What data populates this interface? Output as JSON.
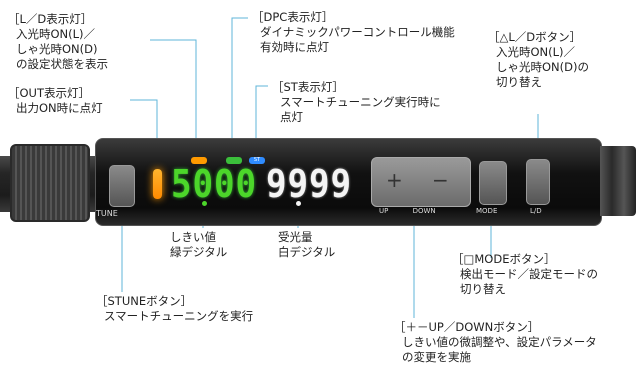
{
  "labels": {
    "ld_led": {
      "title": "［L／D表示灯］",
      "desc": [
        "入光時ON(L)／",
        "しゃ光時ON(D)",
        "の設定状態を表示"
      ]
    },
    "dpc_led": {
      "title": "［DPC表示灯］",
      "desc": [
        "ダイナミックパワーコントロール機能",
        "有効時に点灯"
      ]
    },
    "ld_button": {
      "title": "［△L／Dボタン］",
      "desc": [
        "入光時ON(L)／",
        "しゃ光時ON(D)の",
        "切り替え"
      ]
    },
    "out_led": {
      "title": "［OUT表示灯］",
      "desc": [
        "出力ON時に点灯"
      ]
    },
    "st_led": {
      "title": "［ST表示灯］",
      "desc": [
        "スマートチューニング実行時に",
        "点灯"
      ]
    },
    "threshold": {
      "line1": "しきい値",
      "line2": "緑デジタル"
    },
    "received": {
      "line1": "受光量",
      "line2": "白デジタル"
    },
    "mode_button": {
      "title": "［□MODEボタン］",
      "desc": [
        "検出モード／設定モードの",
        "切り替え"
      ]
    },
    "tune_button": {
      "title": "［STUNEボタン］",
      "desc": [
        "スマートチューニングを実行"
      ]
    },
    "updown_button": {
      "title": "［＋－UP／DOWNボタン］",
      "desc": [
        "しきい値の微調整や、設定パラメータ",
        "の変更を実施"
      ]
    }
  },
  "device": {
    "green_display": "5000",
    "white_display": "9999",
    "tune_label": "TUNE",
    "up_label": "UP",
    "down_label": "DOWN",
    "mode_label": "MODE",
    "ld_label": "L/D",
    "plus_symbol": "+",
    "minus_symbol": "−",
    "st_led_text": "ST",
    "colors": {
      "green": "#4cd62a",
      "white": "#f4f4f4",
      "out_led": "#ff9a00",
      "ld_led": "#ff9a00",
      "dpc_led": "#3bbf3b",
      "st_led": "#2f8cff"
    }
  }
}
